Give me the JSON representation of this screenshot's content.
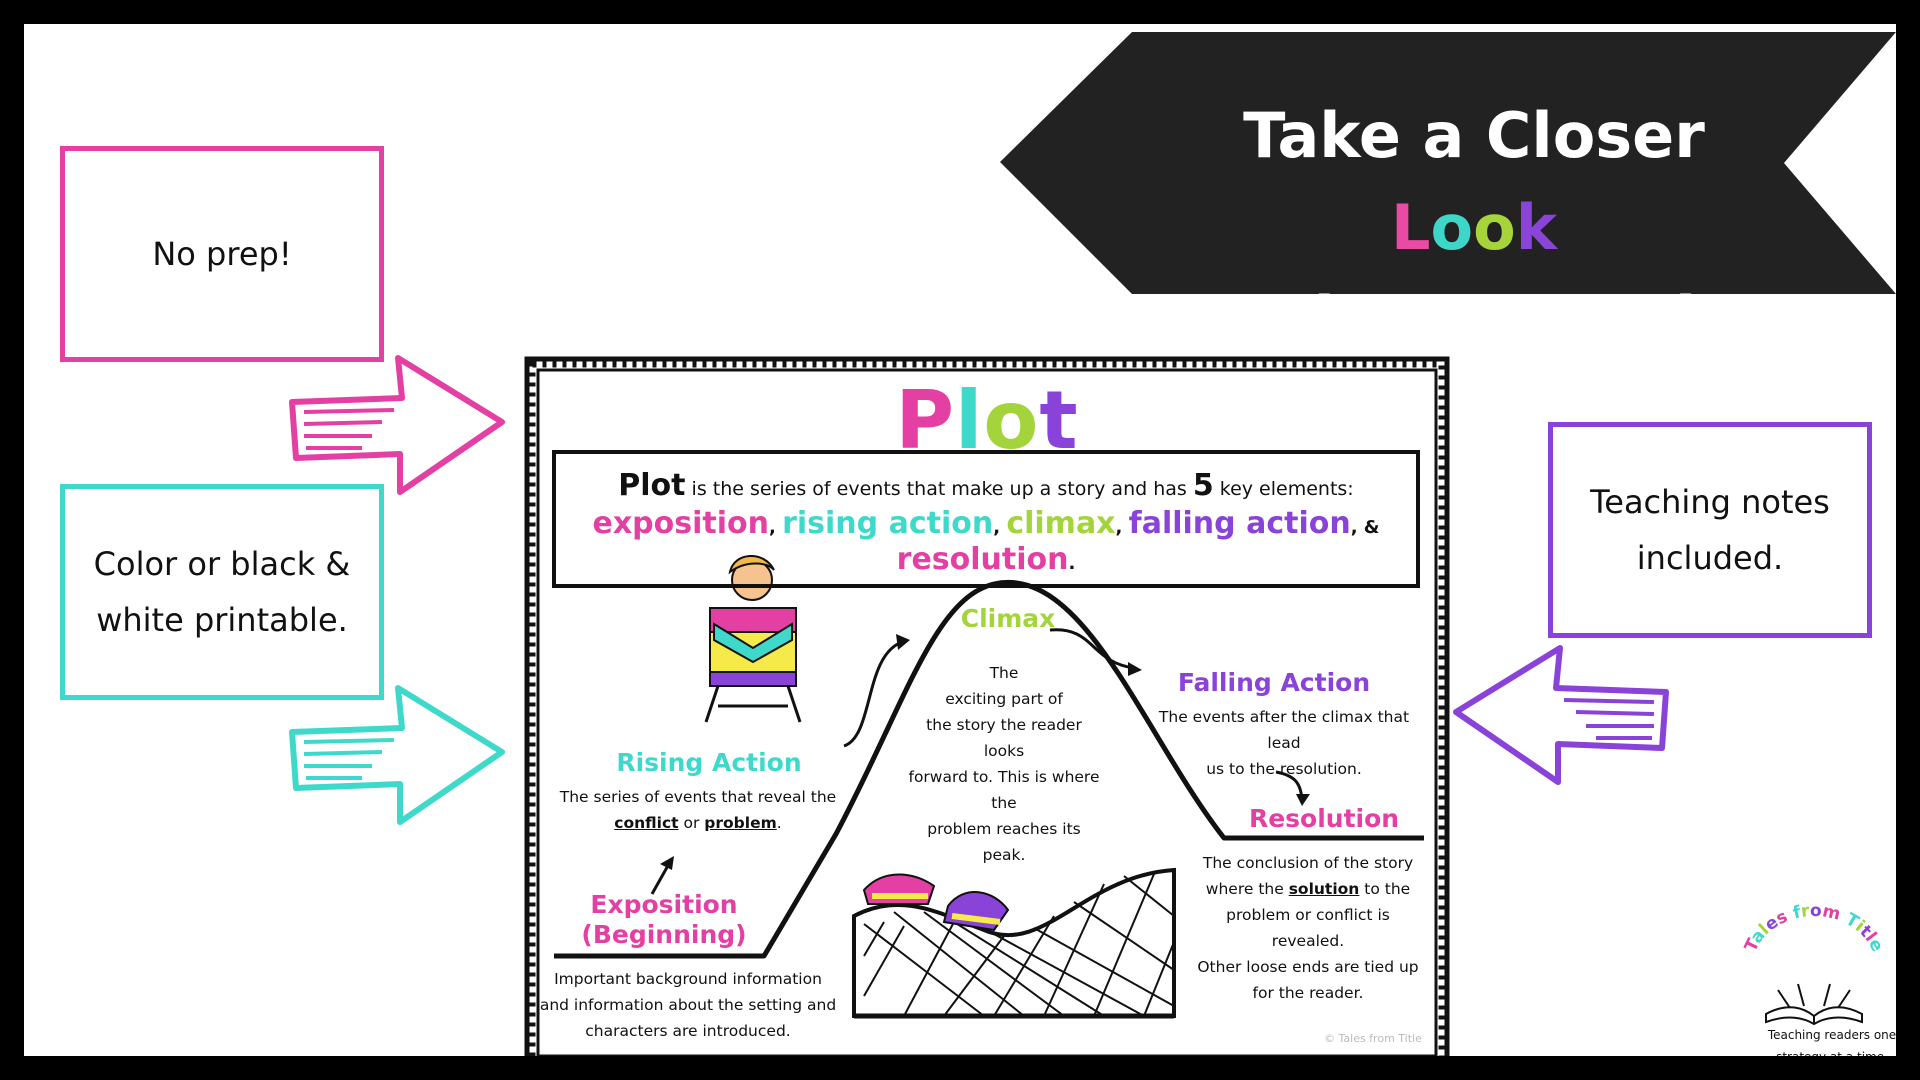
{
  "banner": {
    "line1_prefix": "Take a Closer ",
    "line1_look": [
      "L",
      "o",
      "o",
      "k"
    ],
    "line2": "Landscape option",
    "bg_color": "#222222",
    "look_colors": [
      "#e84aa4",
      "#3dd6c8",
      "#a6d43a",
      "#8a44d8"
    ]
  },
  "notes": {
    "no_prep": "No prep!",
    "color_line1": "Color or black &",
    "color_line2": "white printable.",
    "teaching_line1": "Teaching notes",
    "teaching_line2": "included."
  },
  "colors": {
    "pink": "#e43fa2",
    "teal": "#3fd9cc",
    "green": "#a3d43b",
    "purple": "#8a43d8"
  },
  "poster": {
    "title_letters": [
      "P",
      "l",
      "o",
      "t"
    ],
    "definition": {
      "word": "Plot",
      "text_a": " is the series of events that make up a story and has ",
      "number": "5",
      "text_b": " key elements:",
      "elements": [
        "exposition",
        "rising action",
        "climax",
        "falling action",
        "resolution"
      ],
      "sep": ", ",
      "and": ", & ",
      "end": "."
    },
    "labels": {
      "exposition": "Exposition",
      "beginning": "(Beginning)",
      "rising": "Rising Action",
      "climax": "Climax",
      "falling": "Falling Action",
      "resolution": "Resolution"
    },
    "desc": {
      "exposition": [
        "Important background information",
        "and information about the setting and",
        "characters are introduced."
      ],
      "rising_1": "The series of events that reveal the",
      "rising_conflict": "conflict",
      "rising_or": " or ",
      "rising_problem": "problem",
      "rising_end": ".",
      "climax": [
        "The",
        "exciting part of",
        "the story the reader looks",
        "forward to. This is where the",
        "problem reaches its peak."
      ],
      "falling": [
        "The events after the climax that lead",
        "us to the resolution."
      ],
      "resolution_1": "The conclusion of the story",
      "resolution_2a": "where the ",
      "resolution_2b": "solution",
      "resolution_2c": " to the",
      "resolution_rest": [
        "problem or conflict is revealed.",
        "Other loose ends are tied up",
        "for the reader."
      ]
    },
    "copyright": "© Tales from Title"
  },
  "logo": {
    "text": "Tales from Title",
    "tagline_1": "Teaching readers one",
    "tagline_2": "strategy at a time."
  }
}
